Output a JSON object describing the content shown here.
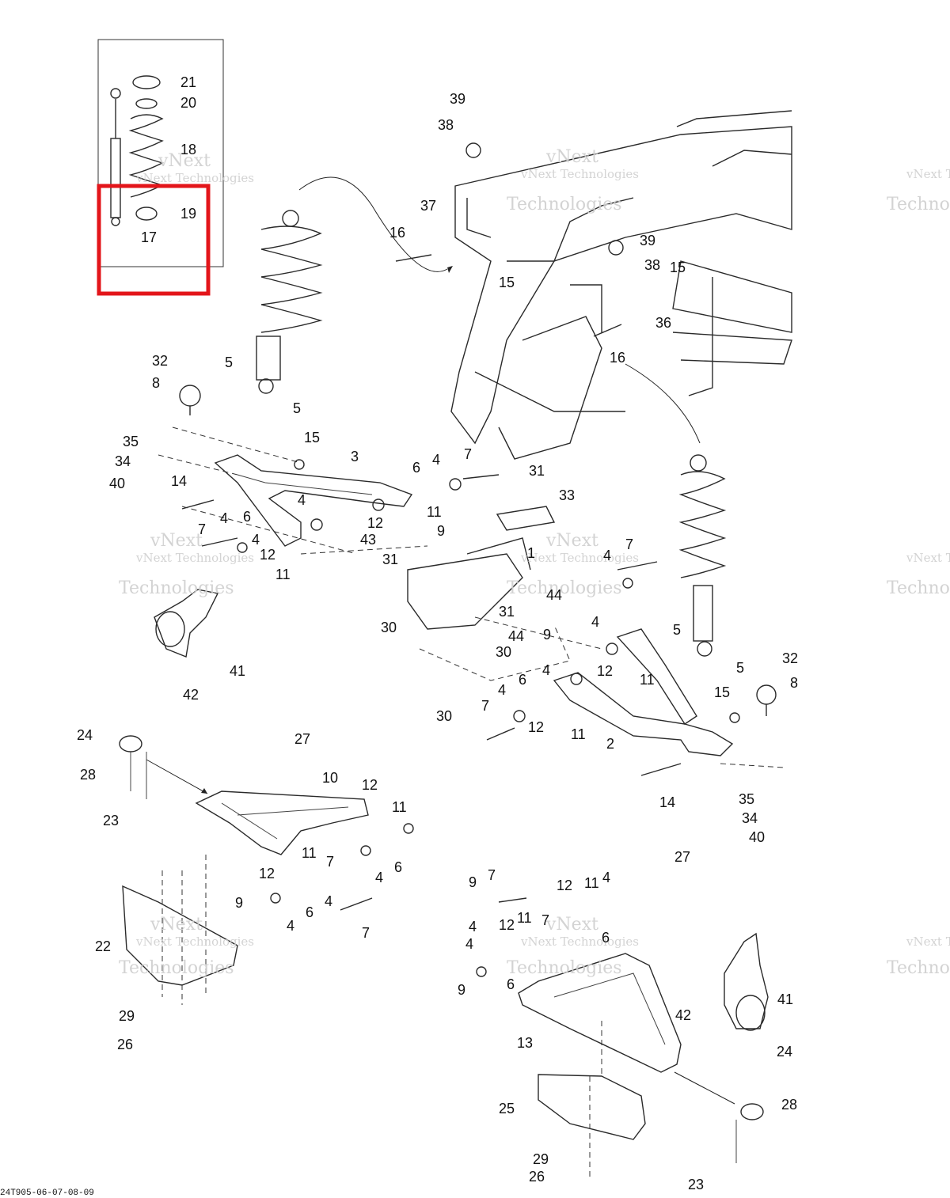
{
  "drawing_code": "24T905-06-07-08-09",
  "watermark": {
    "line1": "vNext Technologies",
    "line2": "vNext",
    "line3": "Technologies"
  },
  "highlight_color": "#e3151a",
  "part_callouts": [
    "21",
    "20",
    "18",
    "19",
    "17",
    "39",
    "38",
    "37",
    "16",
    "15",
    "39",
    "38",
    "15",
    "36",
    "16",
    "32",
    "8",
    "5",
    "5",
    "35",
    "34",
    "40",
    "15",
    "3",
    "14",
    "6",
    "4",
    "7",
    "31",
    "33",
    "4",
    "12",
    "11",
    "4",
    "7",
    "6",
    "4",
    "12",
    "11",
    "43",
    "1",
    "9",
    "31",
    "4",
    "7",
    "44",
    "31",
    "30",
    "44",
    "9",
    "30",
    "41",
    "42",
    "5",
    "5",
    "32",
    "8",
    "4",
    "12",
    "11",
    "6",
    "4",
    "15",
    "30",
    "7",
    "4",
    "12",
    "11",
    "2",
    "14",
    "35",
    "34",
    "40",
    "24",
    "27",
    "28",
    "10",
    "23",
    "12",
    "11",
    "12",
    "11",
    "7",
    "4",
    "6",
    "4",
    "9",
    "6",
    "4",
    "7",
    "22",
    "29",
    "26",
    "9",
    "27",
    "7",
    "4",
    "12",
    "11",
    "4",
    "12",
    "11",
    "4",
    "6",
    "9",
    "6",
    "7",
    "41",
    "42",
    "13",
    "24",
    "25",
    "28",
    "29",
    "26",
    "23"
  ]
}
